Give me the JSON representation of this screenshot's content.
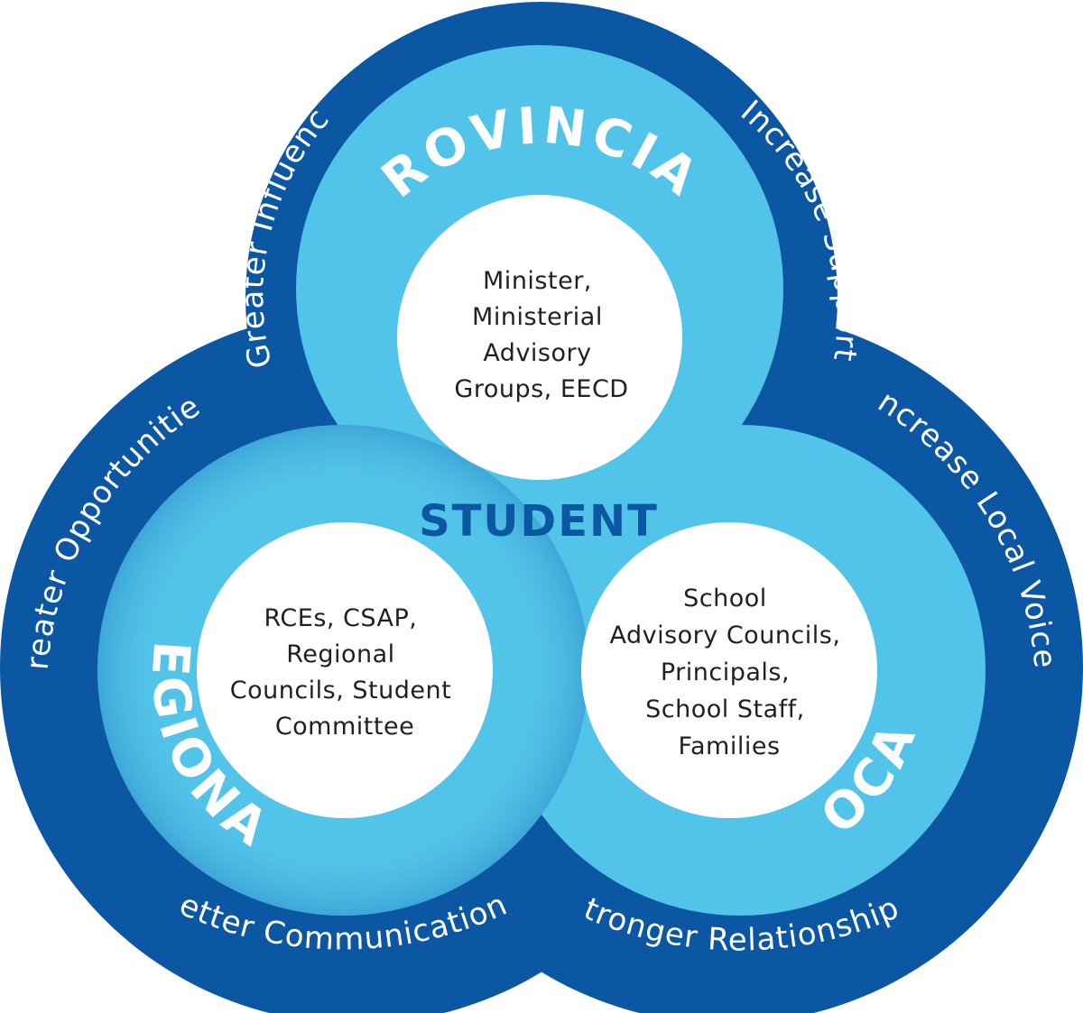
{
  "colors": {
    "outer_ring": "#0b57a4",
    "band": "#52c4e9",
    "band_shadow": "#2f8fcb",
    "inner_fill": "#ffffff",
    "student_text": "#0b57a3",
    "outer_text": "#ffffff",
    "inner_text": "#231f20"
  },
  "outer_ring": {
    "greater_influence": "Greater Influence",
    "increase_support": "Increase Support",
    "greater_opportunities": "Greater Opportunities",
    "increase_local_voice": "Increase Local Voice",
    "better_communications": "Better Communications",
    "stronger_relationships": "Stronger Relationships"
  },
  "circles": {
    "provincial": {
      "label": "PROVINCIAL",
      "lines": [
        "Minister,",
        "Ministerial",
        "Advisory",
        "Groups, EECD"
      ]
    },
    "regional": {
      "label": "REGIONAL",
      "lines": [
        "RCEs, CSAP,",
        "Regional",
        "Councils, Student",
        "Committee"
      ]
    },
    "local": {
      "label": "LOCAL",
      "lines": [
        "School",
        "Advisory Councils,",
        "Principals,",
        "School Staff,",
        "Families"
      ]
    }
  },
  "center_label": "STUDENT"
}
